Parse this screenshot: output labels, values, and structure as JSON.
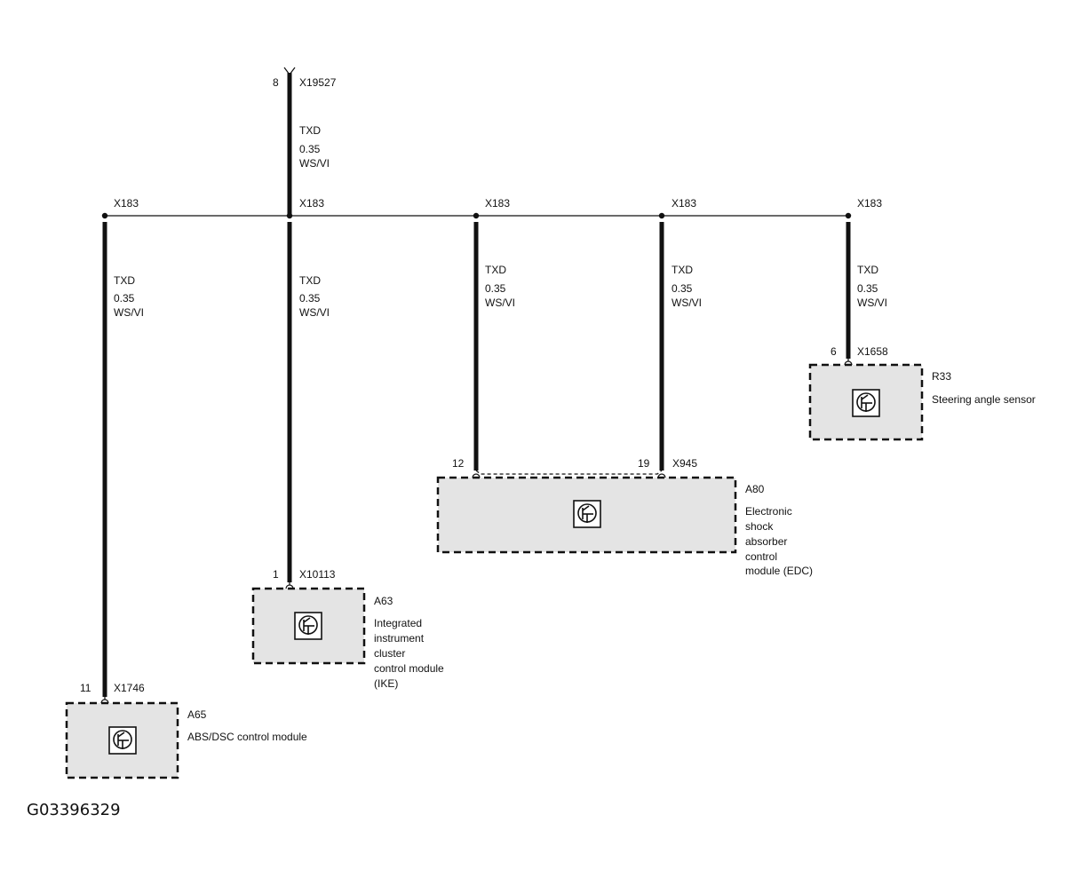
{
  "figure_id": "G03396329",
  "top_connector": {
    "pin": "8",
    "id": "X19527"
  },
  "top_wire": {
    "signal": "TXD",
    "gauge": "0.35",
    "color": "WS/VI"
  },
  "splice": "X183",
  "branches": [
    {
      "signal": "TXD",
      "gauge": "0.35",
      "color": "WS/VI"
    },
    {
      "signal": "TXD",
      "gauge": "0.35",
      "color": "WS/VI"
    },
    {
      "signal": "TXD",
      "gauge": "0.35",
      "color": "WS/VI"
    },
    {
      "signal": "TXD",
      "gauge": "0.35",
      "color": "WS/VI"
    },
    {
      "signal": "TXD",
      "gauge": "0.35",
      "color": "WS/VI"
    }
  ],
  "components": {
    "a65": {
      "pin": "11",
      "connector": "X1746",
      "ref": "A65",
      "desc": [
        "ABS/DSC control module"
      ]
    },
    "a63": {
      "pin": "1",
      "connector": "X10113",
      "ref": "A63",
      "desc": [
        "Integrated",
        "instrument",
        "cluster",
        "control module",
        "(IKE)"
      ]
    },
    "a80": {
      "pin_a": "12",
      "pin_b": "19",
      "connector": "X945",
      "ref": "A80",
      "desc": [
        "Electronic",
        "shock",
        "absorber",
        "control",
        "module (EDC)"
      ]
    },
    "r33": {
      "pin": "6",
      "connector": "X1658",
      "ref": "R33",
      "desc": [
        "Steering angle sensor"
      ]
    }
  },
  "icon": "control-module-icon"
}
